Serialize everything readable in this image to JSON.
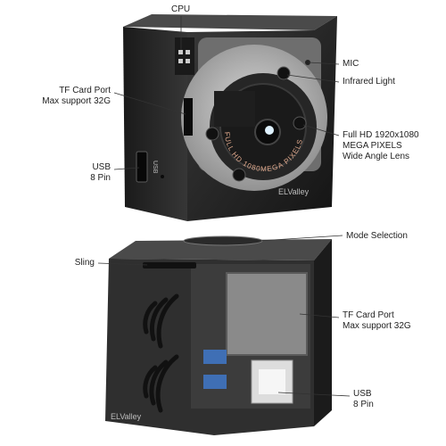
{
  "labels": {
    "cpu": "CPU",
    "mic": "MIC",
    "infrared": "Infrared Light",
    "tf_top_line1": "TF Card Port",
    "tf_top_line2": "Max support 32G",
    "hd_line1": "Full HD 1920x1080",
    "hd_line2": "MEGA PIXELS",
    "hd_line3": "Wide Angle Lens",
    "usb_top_line1": "USB",
    "usb_top_line2": "8 Pin",
    "mode": "Mode Selection",
    "sling": "Sling",
    "tf_bottom_line1": "TF Card Port",
    "tf_bottom_line2": "Max support 32G",
    "usb_bottom_line1": "USB",
    "usb_bottom_line2": "8 Pin"
  },
  "lens_text": "FULL HD 1080MEGA PIXELS",
  "side_text": "USB",
  "watermark": "ELValley",
  "colors": {
    "body": "#2b2b2b",
    "body_dark": "#151515",
    "inner_gray": "#9a9a9a",
    "blue_part": "#3f6fb5",
    "lens_accent": "#e0a98d",
    "leader_line": "#333333"
  }
}
